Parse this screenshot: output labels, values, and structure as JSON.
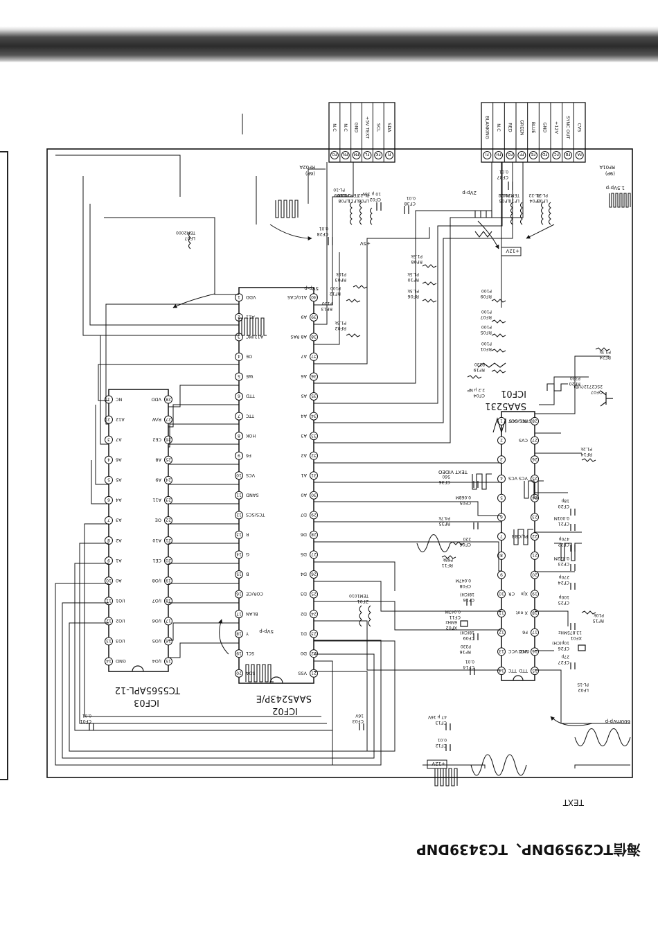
{
  "document": {
    "title": "海信TC2959DNP、TC3439DNP",
    "section_label": "TEXT"
  },
  "connectors": {
    "left": {
      "ref": "RF02A",
      "pins_label": "(6P)",
      "pins": [
        {
          "id": "FJ",
          "signal": "SDA"
        },
        {
          "id": "FK",
          "signal": "SCL"
        },
        {
          "id": "FL",
          "signal": "+5V TEXT"
        },
        {
          "id": "FM",
          "signal": "GND"
        },
        {
          "id": "FN",
          "signal": "N.C"
        },
        {
          "id": "FO",
          "signal": "N.C"
        }
      ]
    },
    "right": {
      "ref": "RF01A",
      "pins_label": "(9P)",
      "pins": [
        {
          "id": "FA",
          "signal": "CVS"
        },
        {
          "id": "FB",
          "signal": "SYNC OUT"
        },
        {
          "id": "FC",
          "signal": "+12V"
        },
        {
          "id": "FD",
          "signal": "GND"
        },
        {
          "id": "FE",
          "signal": "BLUE"
        },
        {
          "id": "FF",
          "signal": "GREEN"
        },
        {
          "id": "FG",
          "signal": "RED"
        },
        {
          "id": "FH",
          "signal": "N.C"
        },
        {
          "id": "FI",
          "signal": "BLANKING"
        }
      ]
    }
  },
  "ics": {
    "icf01": {
      "ref": "ICF01",
      "part": "SAA5231",
      "pins": [
        {
          "n": "1",
          "name": "SYNC OUT"
        },
        {
          "n": "2",
          "name": ""
        },
        {
          "n": "3",
          "name": ""
        },
        {
          "n": "4",
          "name": "VCS"
        },
        {
          "n": "5",
          "name": ""
        },
        {
          "n": "6",
          "name": ""
        },
        {
          "n": "7",
          "name": ""
        },
        {
          "n": "8",
          "name": ""
        },
        {
          "n": "9",
          "name": ""
        },
        {
          "n": "10",
          "name": "CR"
        },
        {
          "n": "11",
          "name": ""
        },
        {
          "n": "12",
          "name": ""
        },
        {
          "n": "13",
          "name": "GND VCC"
        },
        {
          "n": "14",
          "name": "TTC"
        },
        {
          "n": "15",
          "name": "TTD"
        },
        {
          "n": "16",
          "name": "VCC"
        },
        {
          "n": "17",
          "name": "F6"
        },
        {
          "n": "18",
          "name": "X out"
        },
        {
          "n": "19",
          "name": "XJn"
        },
        {
          "n": "20",
          "name": ""
        },
        {
          "n": "21",
          "name": ""
        },
        {
          "n": "22",
          "name": "PL/CBB"
        },
        {
          "n": "23",
          "name": ""
        },
        {
          "n": "24",
          "name": ""
        },
        {
          "n": "25",
          "name": "VCS"
        },
        {
          "n": "26",
          "name": ""
        },
        {
          "n": "27",
          "name": "CVS"
        },
        {
          "n": "28",
          "name": "TCS/SCS"
        }
      ]
    },
    "icf02": {
      "ref": "ICF02",
      "part": "SAA5243P/E",
      "pins": [
        {
          "n": "1",
          "name": "VDD"
        },
        {
          "n": "2",
          "name": "A11"
        },
        {
          "n": "3",
          "name": "A12/MC"
        },
        {
          "n": "4",
          "name": "OE"
        },
        {
          "n": "5",
          "name": "WE"
        },
        {
          "n": "6",
          "name": "TTD"
        },
        {
          "n": "7",
          "name": "TTC"
        },
        {
          "n": "8",
          "name": "HOK"
        },
        {
          "n": "9",
          "name": "F6"
        },
        {
          "n": "10",
          "name": "VCS"
        },
        {
          "n": "11",
          "name": "SAND"
        },
        {
          "n": "12",
          "name": "TCS/SCS"
        },
        {
          "n": "13",
          "name": "R"
        },
        {
          "n": "14",
          "name": "G"
        },
        {
          "n": "15",
          "name": "B"
        },
        {
          "n": "16",
          "name": "COR/CE"
        },
        {
          "n": "17",
          "name": "BLAN"
        },
        {
          "n": "18",
          "name": "Y"
        },
        {
          "n": "19",
          "name": "SCL"
        },
        {
          "n": "20",
          "name": "SDA"
        },
        {
          "n": "21",
          "name": "VSS"
        },
        {
          "n": "22",
          "name": "D0"
        },
        {
          "n": "23",
          "name": "D1"
        },
        {
          "n": "24",
          "name": "D2"
        },
        {
          "n": "25",
          "name": "D3"
        },
        {
          "n": "26",
          "name": "D4"
        },
        {
          "n": "27",
          "name": "D5"
        },
        {
          "n": "28",
          "name": "D6"
        },
        {
          "n": "29",
          "name": "D7"
        },
        {
          "n": "30",
          "name": "A0"
        },
        {
          "n": "31",
          "name": "A1"
        },
        {
          "n": "32",
          "name": "A2"
        },
        {
          "n": "33",
          "name": "A3"
        },
        {
          "n": "34",
          "name": "A4"
        },
        {
          "n": "35",
          "name": "A5"
        },
        {
          "n": "36",
          "name": "A6"
        },
        {
          "n": "37",
          "name": "A7"
        },
        {
          "n": "38",
          "name": "A8 RAS"
        },
        {
          "n": "39",
          "name": "A9"
        },
        {
          "n": "40",
          "name": "A10/CAS"
        }
      ]
    },
    "icf03": {
      "ref": "ICF03",
      "part": "TC5565APL-12",
      "pins": [
        {
          "n": "1",
          "name": "NC"
        },
        {
          "n": "2",
          "name": "A12"
        },
        {
          "n": "3",
          "name": "A7"
        },
        {
          "n": "4",
          "name": "A6"
        },
        {
          "n": "5",
          "name": "A5"
        },
        {
          "n": "6",
          "name": "A4"
        },
        {
          "n": "7",
          "name": "A3"
        },
        {
          "n": "8",
          "name": "A2"
        },
        {
          "n": "9",
          "name": "A1"
        },
        {
          "n": "10",
          "name": "A0"
        },
        {
          "n": "11",
          "name": "I/O1"
        },
        {
          "n": "12",
          "name": "I/O2"
        },
        {
          "n": "13",
          "name": "I/O3"
        },
        {
          "n": "14",
          "name": "GND"
        },
        {
          "n": "15",
          "name": "I/O4"
        },
        {
          "n": "16",
          "name": "I/O5"
        },
        {
          "n": "17",
          "name": "I/O6"
        },
        {
          "n": "18",
          "name": "I/O7"
        },
        {
          "n": "19",
          "name": "I/O8"
        },
        {
          "n": "20",
          "name": "CE1"
        },
        {
          "n": "21",
          "name": "A10"
        },
        {
          "n": "22",
          "name": "OE"
        },
        {
          "n": "23",
          "name": "A11"
        },
        {
          "n": "24",
          "name": "A9"
        },
        {
          "n": "25",
          "name": "A8"
        },
        {
          "n": "26",
          "name": "CE2"
        },
        {
          "n": "27",
          "name": "R/W"
        },
        {
          "n": "28",
          "name": "VDD"
        }
      ]
    }
  },
  "components": {
    "lf07": "LF07",
    "lf07_val": "TEM2000",
    "lf08": "LF08",
    "lf08_val": "PL-10",
    "lf09": "LF09",
    "lf09_val": "PL-10",
    "lf11": "LF11",
    "lf11_val": "TEM2000",
    "lf06": "LF06",
    "lf06_val": "PL-22",
    "lf10": "LF10",
    "lf10_val": "TEM2000",
    "lf05": "LF05",
    "lf05_val": "PL-22",
    "lf04": "LF04",
    "lf04_val": "PL-22",
    "lf03": "LF03",
    "lf03_val": "PL-22",
    "cf37": "CF37",
    "cf37_val": "0.01",
    "cf38": "CF38",
    "cf38_val": "0.01",
    "cf28": "CF28",
    "cf28_val": "0.01",
    "cf02": "CF02",
    "cf02_val": "10 μ 16V",
    "rf08": "RF08",
    "rf08_val": "P1.5k",
    "rf03": "RF03",
    "rf03_val": "P10k",
    "rf09": "RF09",
    "rf09_val": "P100",
    "rf10": "RF10",
    "rf10_val": "P1.5k",
    "rf12": "RF12",
    "rf12_val": "P100",
    "rf13": "RF13",
    "rf13_val": "P100",
    "rf07": "RF07",
    "rf07_val": "P100",
    "rf06": "RF06",
    "rf06_val": "P1.5k",
    "rf05": "RF05",
    "rf05_val": "P100",
    "rf02": "RF02",
    "rf02_val": "P1.5k",
    "rf01": "RF01",
    "rf01_val": "P100",
    "rf24": "RF24",
    "rf24_val": "P3.3k",
    "rf19": "RF19",
    "rf19_val": "P330",
    "rf20": "RF20",
    "rf20_val": "P330",
    "qf07": "QF07",
    "qf07_val": "2SC2712(Y/B)",
    "cf04": "CF04",
    "cf04_val": "2.2 μ NP",
    "rf14": "RF14",
    "rf14_val": "P1.2k",
    "cf20": "CF20",
    "cf20_val": "18p",
    "cf21": "CF21",
    "cf21_val": "0.001M",
    "cf22": "CF22",
    "cf22_val": "470p",
    "cf23": "CF23",
    "cf23_val": "0.022M",
    "cf24": "CF24",
    "cf24_val": "270p",
    "cf25": "CF25",
    "cf25_val": "100p",
    "rf15": "RF15",
    "rf15_val": "P10k",
    "xf01": "XF01",
    "xf01_val": "13.875MHz",
    "cf26": "CF26",
    "cf26_val": "10p(CH)",
    "cf27": "CF27",
    "cf27_val": "27p",
    "lf02": "LF02",
    "lf02_val": "PL-15",
    "cf36": "CF36",
    "cf36_val": "560",
    "cf05": "CF05",
    "cf05_val": "0.068M",
    "rf35": "RF35",
    "rf35_val": "P4.7k",
    "cf06": "CF06",
    "cf06_val": "220",
    "rf11": "RF11",
    "rf11_val": "P68k",
    "cf08": "CF08",
    "cf08_val": "0.047M",
    "cf16": "CF16",
    "cf16_val": "18(CH)",
    "cf11": "CF11",
    "cf11_val": "0.047M",
    "xf02": "XF02",
    "xf02_val": "6MHz",
    "cf09": "CF09",
    "cf09_val": "18(CH)",
    "rf16": "RF16",
    "rf16_val": "P330",
    "cf14": "CF14",
    "cf14_val": "0.01",
    "cf13": "CF13",
    "cf13_val": "47 μ 16V",
    "cf12": "CF12",
    "cf12_val": "0.01",
    "cf03": "CF03",
    "cf03_val": "16V",
    "zf01": "ZF01",
    "zf01_val": "TEM1010",
    "cf01": "CF01",
    "cf01_val": "0.01"
  },
  "notes": {
    "wave_5vpp_a": "5Vp-p",
    "wave_5vpp_b": "5Vp-p",
    "wave_2vpp": "2Vp-p",
    "wave_15vpp": "1.5Vp-p",
    "wave_600mvpp": "600mVp-p",
    "text_video": "TEXT VIDEO",
    "plus5v": "+5V",
    "supply_12v_a": "+12V",
    "supply_12v_b": "+12V"
  }
}
